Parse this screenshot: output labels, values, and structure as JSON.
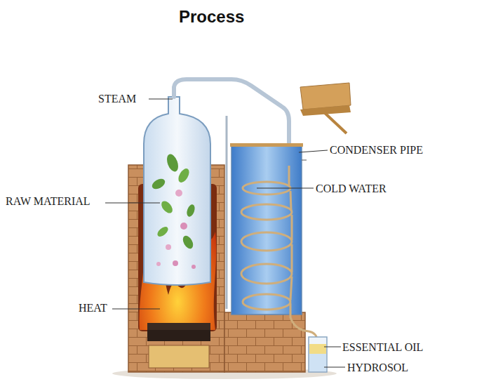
{
  "diagram": {
    "title": "Process",
    "labels": [
      "STEAM",
      "CONDENSER PIPE",
      "COLD WATER",
      "RAW MATERIAL",
      "HEAT",
      "ESSENTIAL OIL",
      "HYDROSOL"
    ]
  }
}
